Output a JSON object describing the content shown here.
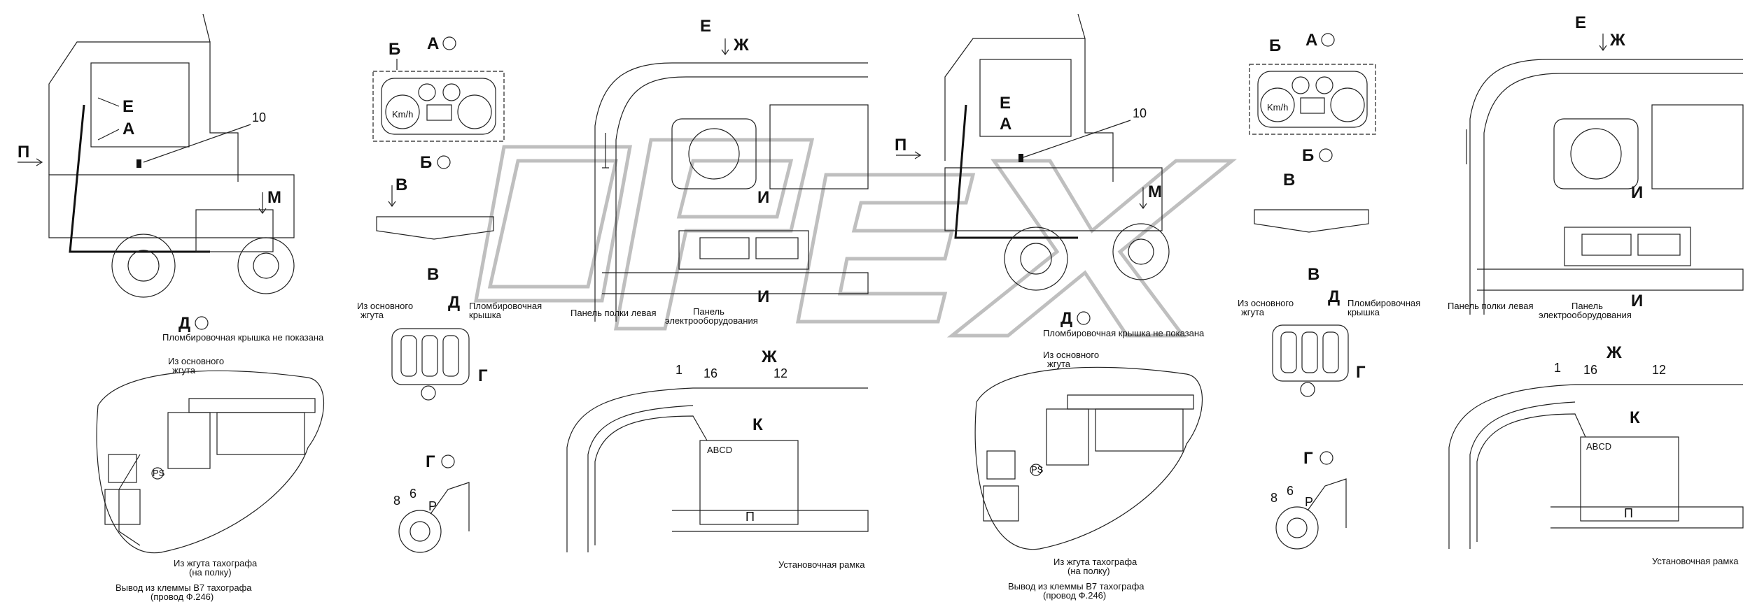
{
  "labels": {
    "E": "Е",
    "A": "А",
    "P_arrow": "П",
    "M": "М",
    "n10": "10",
    "B": "Б",
    "A_view": "А",
    "B_view": "Б",
    "V": "В",
    "V2": "В",
    "D": "Д",
    "D_view": "Д",
    "G": "Г",
    "G_view": "Г",
    "Zh_arrow": "Ж",
    "Zh": "Ж",
    "I": "И",
    "K": "К",
    "n1": "1",
    "n16": "16",
    "n12": "12",
    "n8": "8",
    "n6": "6",
    "R": "Р",
    "abcd": "ABCD",
    "p": "П"
  },
  "texts": {
    "seal_not_shown": "Пломбировочная крышка не показана",
    "from_main_harness_1": "Из основного",
    "from_main_harness_2": "жгута",
    "seal_cover_1": "Пломбировочная",
    "seal_cover_2": "крышка",
    "shelf_panel_left": "Панель полки левая",
    "elec_panel_1": "Панель",
    "elec_panel_2": "электрооборудования",
    "tacho_harness_1": "Из жгута тахографа",
    "tacho_harness_2": "(на полку)",
    "b7_output_1": "Вывод из клеммы В7 тахографа",
    "b7_output_2": "(провод Ф.246)",
    "mount_frame": "Установочная рамка",
    "kmh": "Km/h",
    "ps": "PS"
  }
}
